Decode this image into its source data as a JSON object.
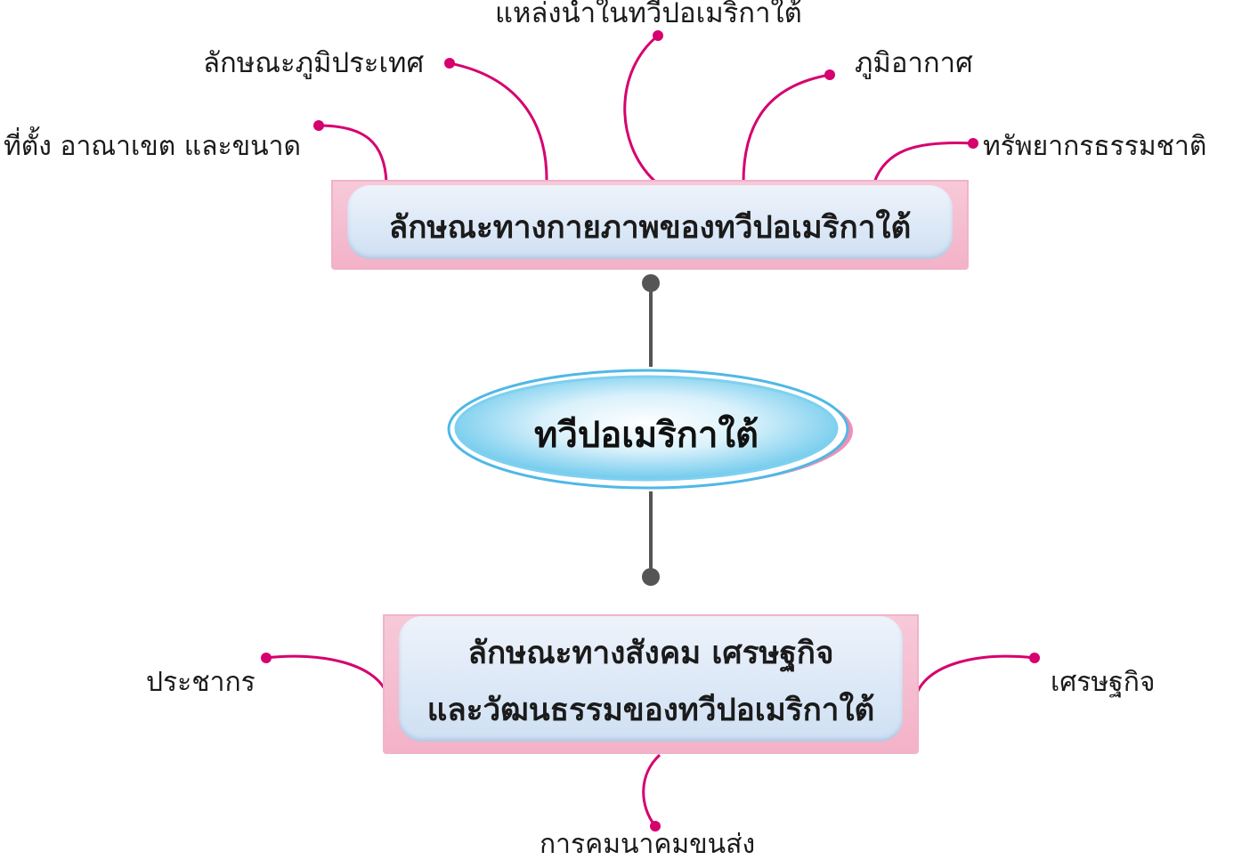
{
  "center": {
    "title": "ทวีปอเมริกาใต้"
  },
  "top_box": {
    "title": "ลักษณะทางกายภาพของทวีปอเมริกาใต้"
  },
  "bottom_box": {
    "line1": "ลักษณะทางสังคม เศรษฐกิจ",
    "line2": "และวัฒนธรรมของทวีปอเมริกาใต้"
  },
  "top_topics": {
    "location": "ที่ตั้ง อาณาเขต และขนาด",
    "landform": "ลักษณะภูมิประเทศ",
    "water": "แหล่งน้ำในทวีปอเมริกาใต้",
    "climate": "ภูมิอากาศ",
    "resources": "ทรัพยากรธรรมชาติ"
  },
  "bottom_topics": {
    "population": "ประชากร",
    "economy": "เศรษฐกิจ",
    "transport": "การคมนาคมขนส่ง"
  },
  "colors": {
    "connector": "#d6006f",
    "stem": "#555555",
    "box_border": "#f1b3c7",
    "ellipse": "#7fd0ef"
  }
}
